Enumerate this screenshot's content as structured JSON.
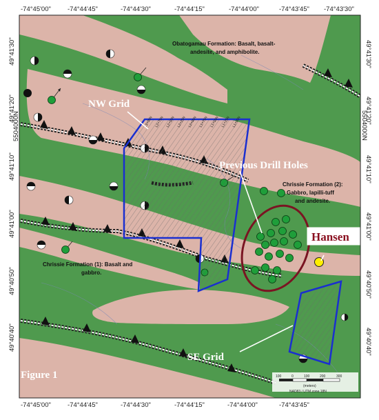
{
  "axes": {
    "top_longitudes": [
      "-74°45'00\"",
      "-74°44'45\"",
      "-74°44'30\"",
      "-74°44'15\"",
      "-74°44'00\"",
      "-74°43'45\"",
      "-74°43'30\""
    ],
    "bottom_longitudes": [
      "-74°45'00\"",
      "-74°44'45\"",
      "-74°44'30\"",
      "-74°44'15\"",
      "-74°44'00\"",
      "-74°43'45\""
    ],
    "left_latitudes": [
      "49°41'30\"",
      "49°41'20\"",
      "49°41'10\"",
      "49°41'00\"",
      "49°40'50\"",
      "49°40'40\""
    ],
    "right_latitudes": [
      "49°41'30\"",
      "49°41'20\"",
      "49°41'10\"",
      "49°41'00\"",
      "49°40'50\"",
      "49°40'40\""
    ],
    "northing_left": "5504000N",
    "northing_right": "5504000N"
  },
  "labels": {
    "obatogamau_line1": "Obatogamau Formation: Basalt, basalt-",
    "obatogamau_line2": "andesite, and amphibolite.",
    "chrissie2_line1": "Chrissie Formation (2):",
    "chrissie2_line2": "Gabbro, lapilli-tuff",
    "chrissie2_line3": "and andesite.",
    "chrissie1_line1": "Chrissie Formation (1): Basalt and",
    "chrissie1_line2": "gabbro.",
    "nw_grid": "NW Grid",
    "previous_drill_holes": "Previous Drill Holes",
    "hansen": "Hansen",
    "se_grid": "SE Grid",
    "figure": "Figure 1"
  },
  "scale_bar": {
    "ticks": [
      "100",
      "0",
      "100",
      "200",
      "300"
    ],
    "unit": "(meters)",
    "projection": "NAD83 / UTM zone 18N"
  },
  "colors": {
    "green": "#4f9a4e",
    "pink": "#dcb4a9",
    "grid_blue": "#1a2fd0",
    "circle_red": "#7a1422",
    "hansen_text": "#8a1020",
    "drill_green": "#1f9e3a",
    "hansen_yellow": "#ffee00"
  }
}
